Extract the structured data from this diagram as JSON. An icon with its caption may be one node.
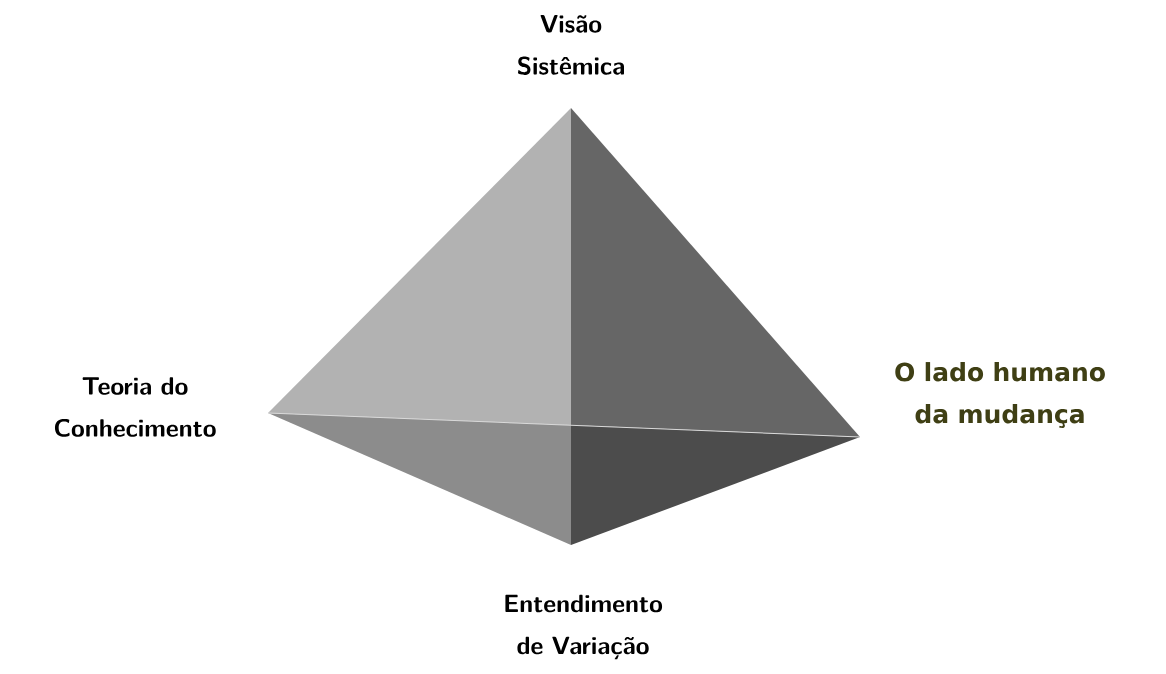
{
  "diagram": {
    "labels": [
      "Visão Sistêmica",
      "Teoria do Conhecimento",
      "O lado humano da mudança",
      "Entendimento de Variação"
    ]
  }
}
